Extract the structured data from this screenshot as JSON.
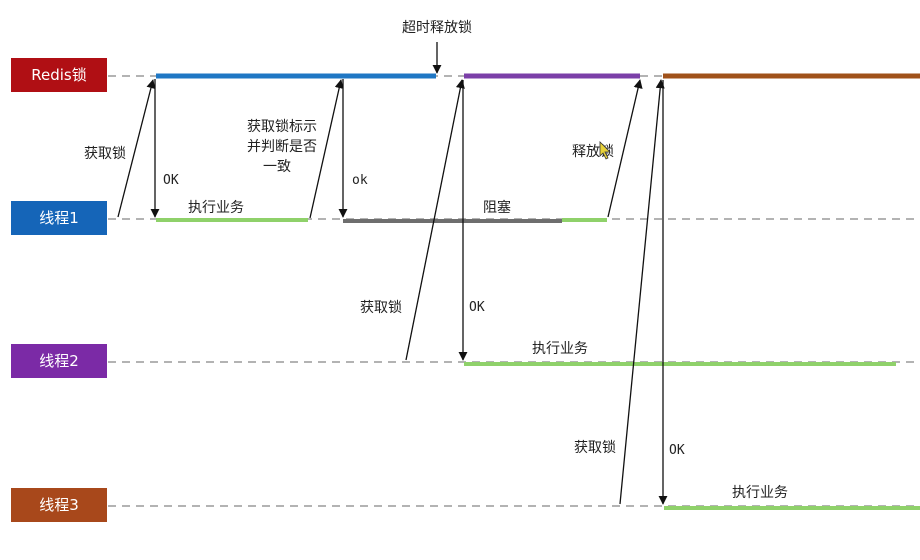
{
  "lanes": {
    "redis": {
      "label": "Redis锁",
      "color": "#b00f14"
    },
    "t1": {
      "label": "线程1",
      "color": "#1565b8"
    },
    "t2": {
      "label": "线程2",
      "color": "#7b2aa6"
    },
    "t3": {
      "label": "线程3",
      "color": "#a8481b"
    }
  },
  "annotations": {
    "timeout_release": "超时释放锁",
    "t1_acquire": "获取锁",
    "t1_ok": "OK",
    "t1_work": "执行业务",
    "t1_check_line1": "获取锁标示",
    "t1_check_line2": "并判断是否",
    "t1_check_line3": "一致",
    "t1_ok2": "ok",
    "t1_block": "阻塞",
    "t1_release": "释放锁",
    "t2_acquire": "获取锁",
    "t2_ok": "OK",
    "t2_work": "执行业务",
    "t3_acquire": "获取锁",
    "t3_ok": "OK",
    "t3_work": "执行业务"
  },
  "colors": {
    "lock_t1": "#1f77c4",
    "lock_t2": "#7b3fa8",
    "lock_t3": "#a0521a",
    "work": "#8fd16a",
    "block": "#6e6e6e",
    "dashed": "#9a9a9a",
    "arrow": "#111111"
  },
  "icons": {
    "cursor": "cursor-icon"
  }
}
